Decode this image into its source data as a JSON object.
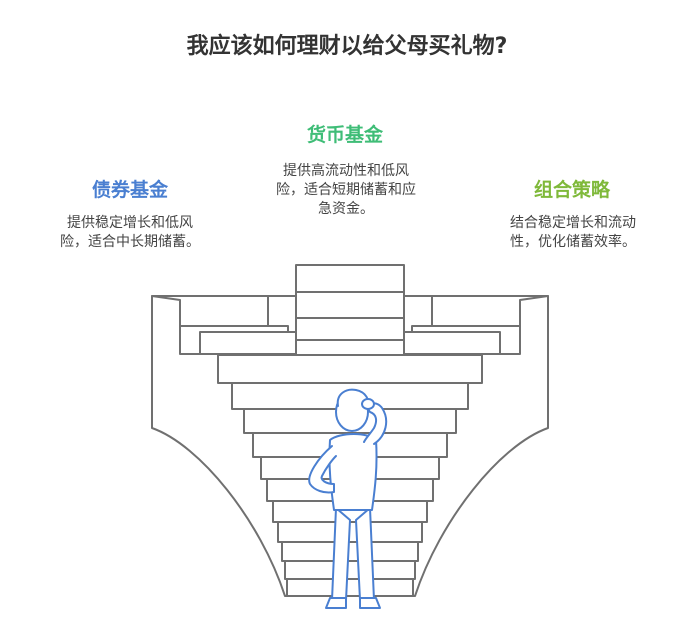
{
  "title": "我应该如何理财以给父母买礼物?",
  "options": {
    "bond": {
      "heading": "债券基金",
      "desc_line1": "提供稳定增长和低风",
      "desc_line2": "险，适合中长期储蓄。",
      "color": "#4a7fd1"
    },
    "money": {
      "heading": "货币基金",
      "desc_line1": "提供高流动性和低风",
      "desc_line2": "险，适合短期储蓄和应",
      "desc_line3": "急资金。",
      "color": "#3fbd77"
    },
    "combo": {
      "heading": "组合策略",
      "desc_line1": "结合稳定增长和流动",
      "desc_line2": "性，优化储蓄效率。",
      "color": "#7fb93a"
    }
  },
  "illustration": {
    "stroke_color": "#707070",
    "figure_color": "#4a7fd1"
  }
}
